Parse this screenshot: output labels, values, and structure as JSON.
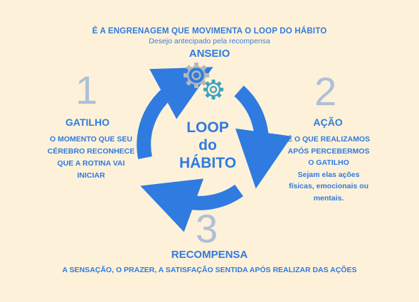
{
  "header": {
    "tagline": "É A ENGRENAGEM QUE MOVIMENTA O LOOP DO HÁBITO",
    "subtitle": "Desejo antecipado pela recompensa",
    "title": "ANSEIO"
  },
  "center": {
    "line1": "LOOP",
    "line2": "do",
    "line3": "HÁBITO"
  },
  "steps": {
    "gatilho": {
      "number": "1",
      "title": "GATILHO",
      "lines": [
        "O MOMENTO QUE SEU",
        "CÉREBRO RECONHECE",
        "QUE A ROTINA VAI",
        "INICIAR"
      ]
    },
    "acao": {
      "number": "2",
      "title": "AÇÃO",
      "lines": [
        "É O QUE REALIZAMOS",
        "APÓS PERCEBERMOS",
        "O GATILHO",
        "Sejam elas ações",
        "físicas, emocionais ou",
        "mentais."
      ]
    },
    "recompensa": {
      "number": "3",
      "title": "RECOMPENSA",
      "description": "A SENSAÇÃO, O PRAZER, A SATISFAÇÃO SENTIDA APÓS REALIZAR DAS AÇÕES"
    }
  },
  "icons": {
    "gear_large": "gear-icon",
    "gear_small": "gear-icon"
  },
  "colors": {
    "background": "#fdf1d9",
    "arrow": "#2f7be0",
    "number": "#aebfd8",
    "gear_large": "#b8b8b8",
    "gear_small": "#3aa3bd"
  }
}
